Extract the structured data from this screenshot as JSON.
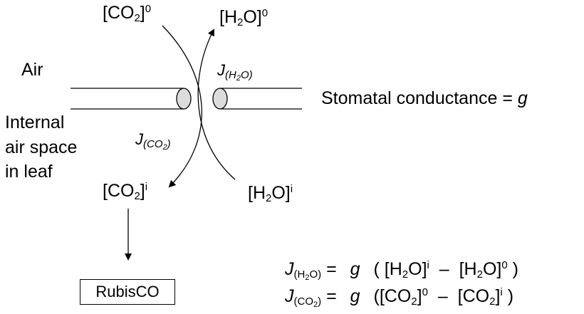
{
  "labels": {
    "co2_outside": "[CO",
    "co2_outside_sub": "2",
    "co2_outside_sup": "0",
    "h2o_outside": "[H",
    "h2o_outside_sub": "2",
    "h2o_outside_tail": "O]",
    "h2o_outside_sup": "0",
    "air": "Air",
    "internal_line1": "Internal",
    "internal_line2": "air space",
    "internal_line3": "in leaf",
    "co2_inside": "[CO",
    "co2_inside_sub": "2",
    "co2_inside_sup": "i",
    "h2o_inside": "[H",
    "h2o_inside_sub": "2",
    "h2o_inside_tail": "O]",
    "h2o_inside_sup": "i",
    "stomatal": "Stomatal conductance = ",
    "stomatal_g": "g",
    "rubisco": "RubisCO"
  },
  "flux_h2o": {
    "j": "J",
    "open": "(H",
    "sub": "2",
    "close": "O)"
  },
  "flux_co2": {
    "j": "J",
    "open": "(CO",
    "sub": "2",
    "close": ")"
  },
  "equations": {
    "eq1": {
      "j": "J",
      "j_sub_open": "(H",
      "j_sub_num": "2",
      "j_sub_close": "O)",
      "equals": "=",
      "g": "g",
      "lhs_open": "( [H",
      "lhs_sub": "2",
      "lhs_tail": "O]",
      "lhs_sup": "i",
      "minus": "–",
      "rhs_open": "[H",
      "rhs_sub": "2",
      "rhs_tail": "O]",
      "rhs_sup": "0",
      "close": ")"
    },
    "eq2": {
      "j": "J",
      "j_sub_open": "(CO",
      "j_sub_num": "2",
      "j_sub_close": ")",
      "equals": "=",
      "g": "g",
      "lhs_open": "([CO",
      "lhs_sub": "2",
      "lhs_tail": "]",
      "lhs_sup": "0",
      "minus": "–",
      "rhs_open": "[CO",
      "rhs_sub": "2",
      "rhs_tail": "]",
      "rhs_sup": "i",
      "close": ")"
    }
  },
  "colors": {
    "stroke": "#000000",
    "stomata_fill": "#dcdcdc"
  }
}
